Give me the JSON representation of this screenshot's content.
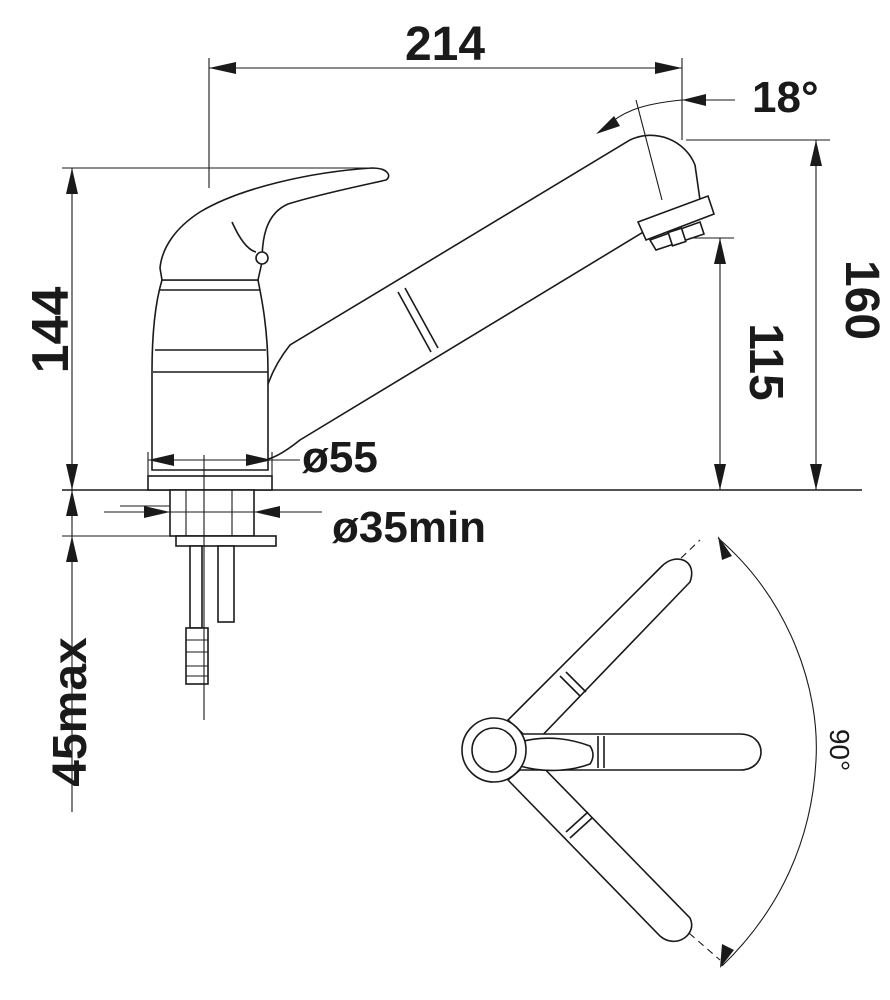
{
  "dimensions": {
    "reach": "214",
    "spout_angle": "18°",
    "total_height": "160",
    "spout_height": "115",
    "height_144": "144",
    "base_diameter": "ø55",
    "hole_diameter": "ø35min",
    "max_thickness": "45max",
    "swivel_angle": "90°"
  }
}
